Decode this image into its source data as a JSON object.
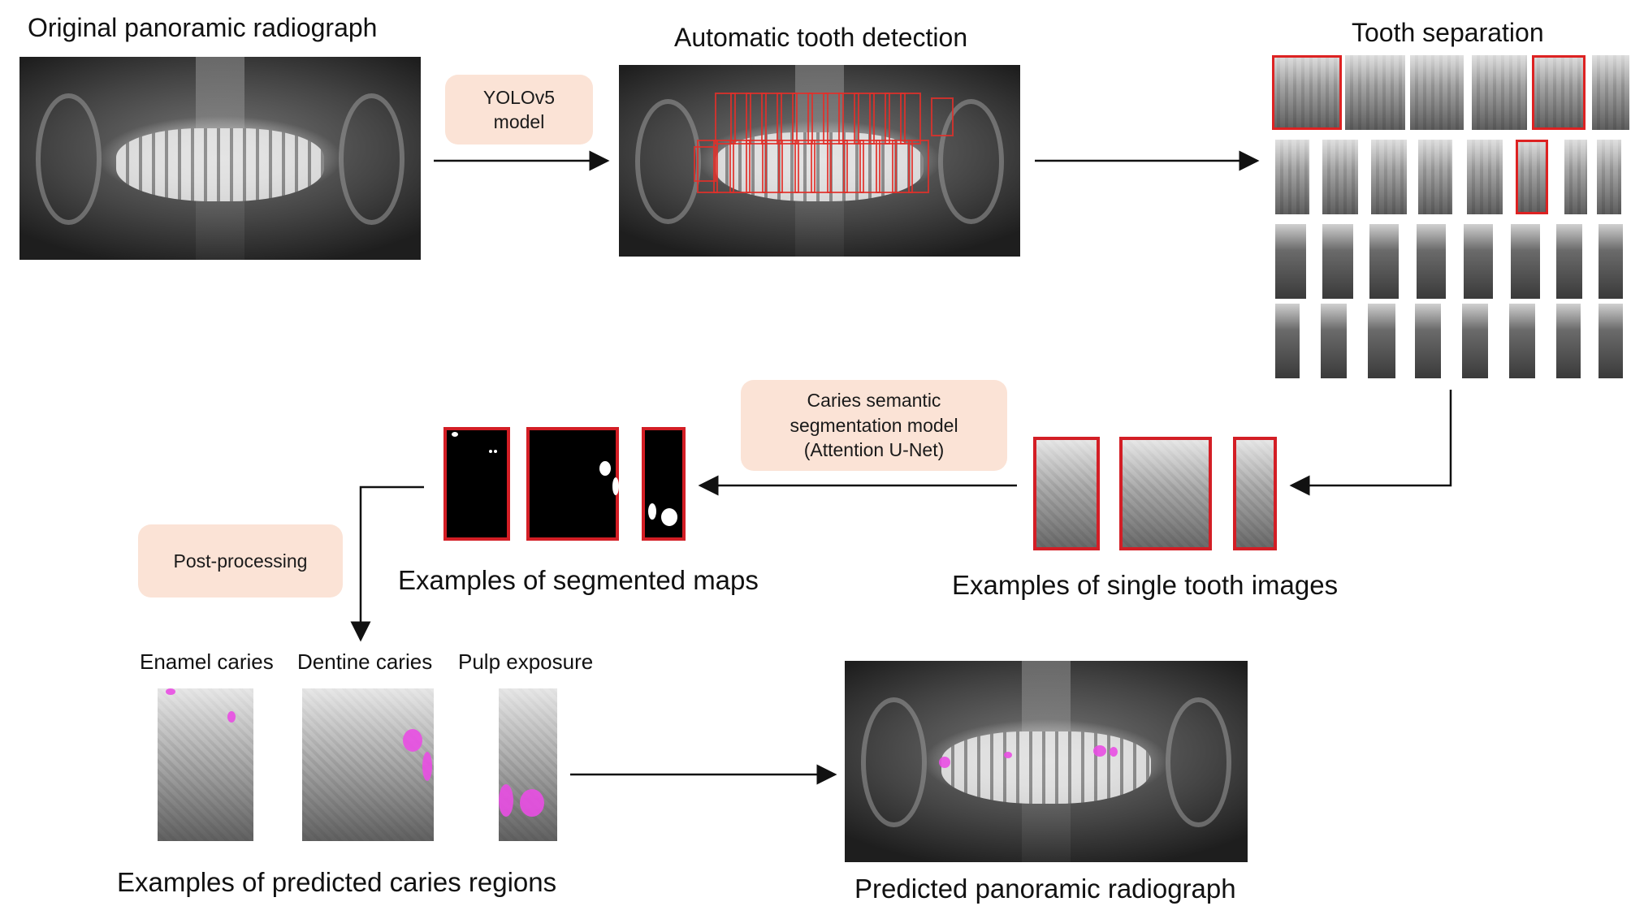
{
  "titles": {
    "original": "Original panoramic radiograph",
    "detection": "Automatic tooth detection",
    "separation": "Tooth separation",
    "segmented": "Examples of segmented maps",
    "single_tooth": "Examples of single tooth images",
    "predicted_regions": "Examples of predicted caries regions",
    "predicted_panoramic": "Predicted panoramic radiograph"
  },
  "models": {
    "yolo": [
      "YOLOv5",
      "model"
    ],
    "unet": [
      "Caries semantic",
      "segmentation model",
      "(Attention U-Net)"
    ],
    "post": "Post-processing"
  },
  "caries_classes": [
    "Enamel caries",
    "Dentine caries",
    "Pulp exposure"
  ],
  "colors": {
    "model_box": "#fbe3d6",
    "bbox_red": "#d31e25",
    "caries_magenta": "#e94ee3",
    "arrow": "#111111"
  }
}
